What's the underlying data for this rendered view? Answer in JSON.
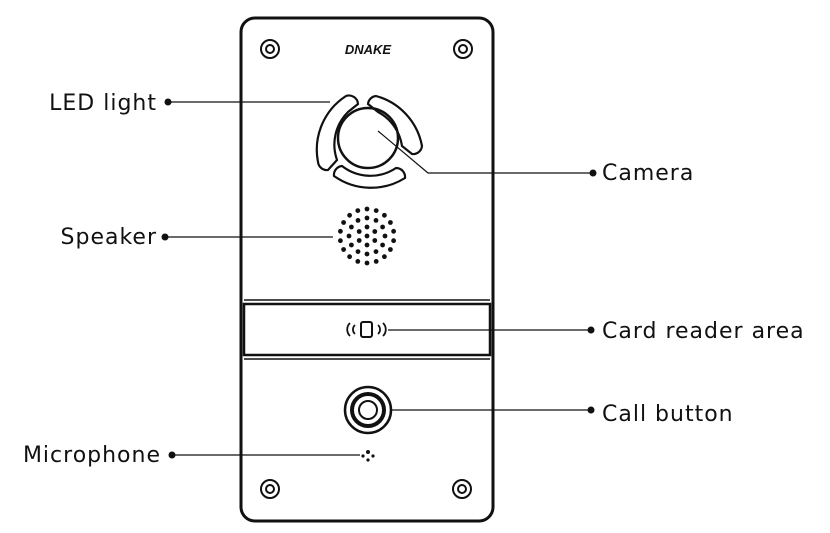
{
  "device": {
    "brand": "DNAKE"
  },
  "callouts": {
    "led_light": "LED light",
    "speaker": "Speaker",
    "microphone": "Microphone",
    "camera": "Camera",
    "card_reader_area": "Card reader area",
    "call_button": "Call button"
  },
  "icons": {
    "card_reader": "nfc-card-icon",
    "call_button": "round-push-button",
    "screws": "screw-icon"
  },
  "colors": {
    "outline": "#111111",
    "background": "#ffffff"
  }
}
